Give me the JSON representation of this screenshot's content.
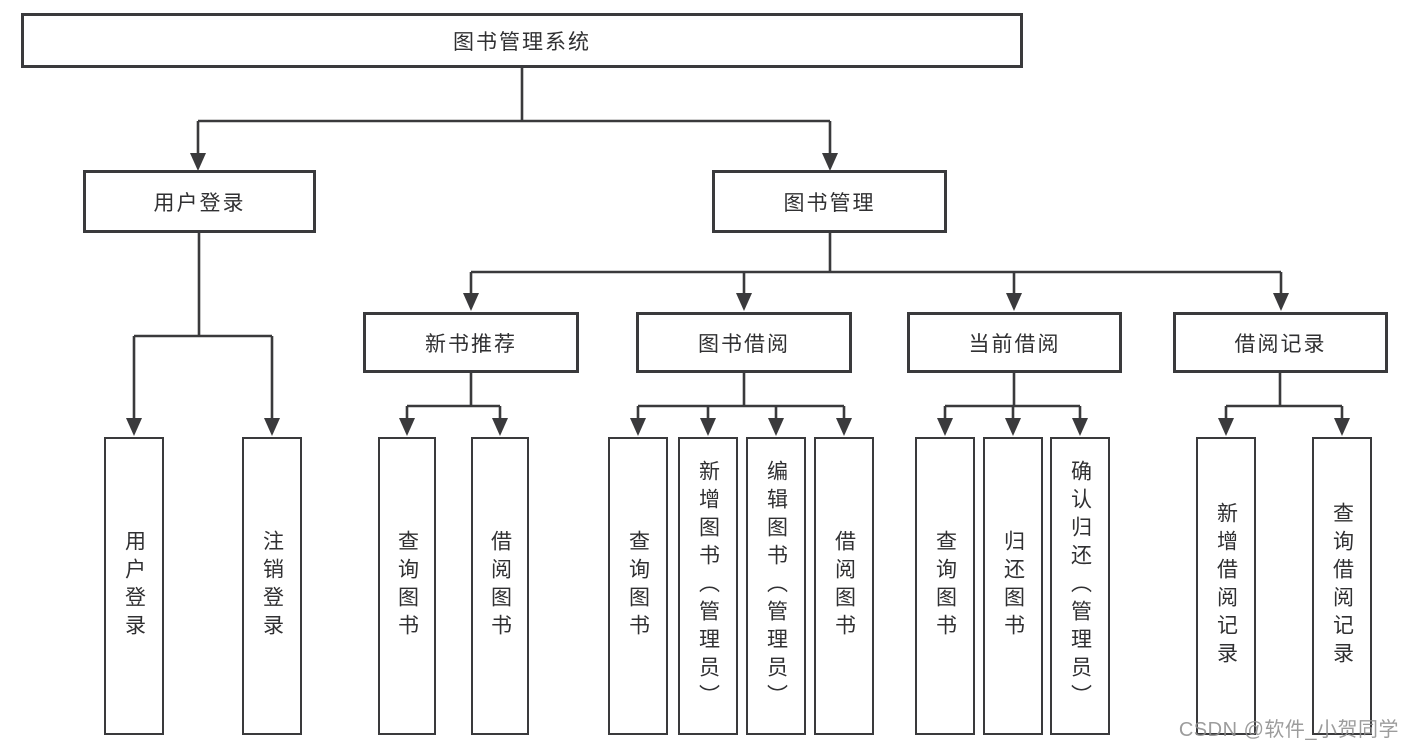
{
  "diagram": {
    "title": "图书管理系统",
    "level2": [
      {
        "label": "用户登录"
      },
      {
        "label": "图书管理"
      }
    ],
    "level3": [
      {
        "label": "新书推荐"
      },
      {
        "label": "图书借阅"
      },
      {
        "label": "当前借阅"
      },
      {
        "label": "借阅记录"
      }
    ],
    "leaves": {
      "user_login": [
        "用户登录",
        "注销登录"
      ],
      "new_book": [
        "查询图书",
        "借阅图书"
      ],
      "book_borrow": [
        "查询图书",
        "新增图书（管理员）",
        "编辑图书（管理员）",
        "借阅图书"
      ],
      "current_borrow": [
        "查询图书",
        "归还图书",
        "确认归还（管理员）"
      ],
      "borrow_record": [
        "新增借阅记录",
        "查询借阅记录"
      ]
    }
  },
  "watermark": {
    "text": "CSDN @软件_小贺同学"
  },
  "colors": {
    "line": "#3a3a3c",
    "border": "#3a3a3c",
    "text": "#303032",
    "watermark": "#8f8f8f",
    "background": "#ffffff"
  }
}
